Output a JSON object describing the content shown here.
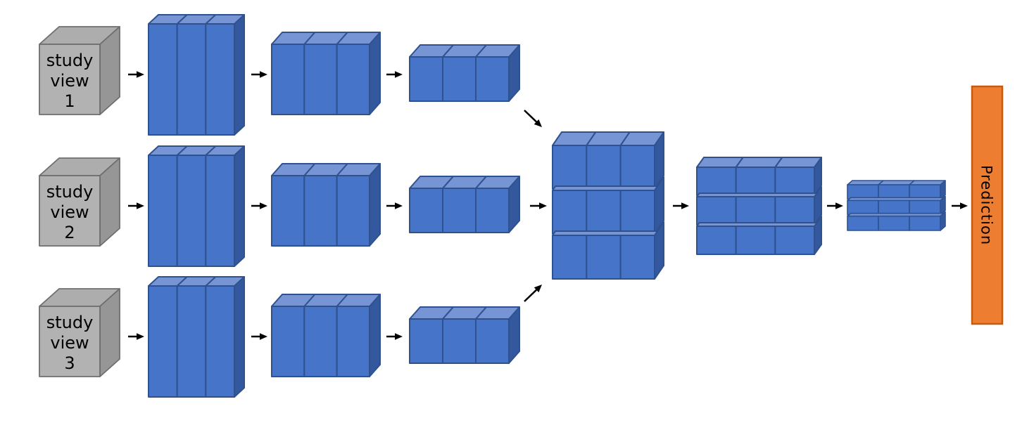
{
  "diagram": {
    "inputs": [
      {
        "id": "study-view-1",
        "lines": [
          "study",
          "view",
          "1"
        ]
      },
      {
        "id": "study-view-2",
        "lines": [
          "study",
          "view",
          "2"
        ]
      },
      {
        "id": "study-view-3",
        "lines": [
          "study",
          "view",
          "3"
        ]
      }
    ],
    "output": {
      "label": "Prediction"
    },
    "structure": {
      "branch_count": 3,
      "stages_per_branch": 3,
      "columns_per_branch_block": 3,
      "fused_block_count": 3,
      "fused_block_grid_rows": 3,
      "fused_block_grid_cols": 3
    },
    "colors": {
      "block_front": "#4574c8",
      "block_top": "#7795d4",
      "block_side": "#33589d",
      "block_border": "#2f528f",
      "cube_front": "#b2b2b2",
      "cube_top": "#adadad",
      "cube_side": "#969696",
      "cube_border": "#6e6e6e",
      "output_fill": "#ed7d31",
      "output_border": "#c55a11",
      "arrow": "#000000",
      "label": "#000000",
      "background": "#ffffff"
    }
  }
}
